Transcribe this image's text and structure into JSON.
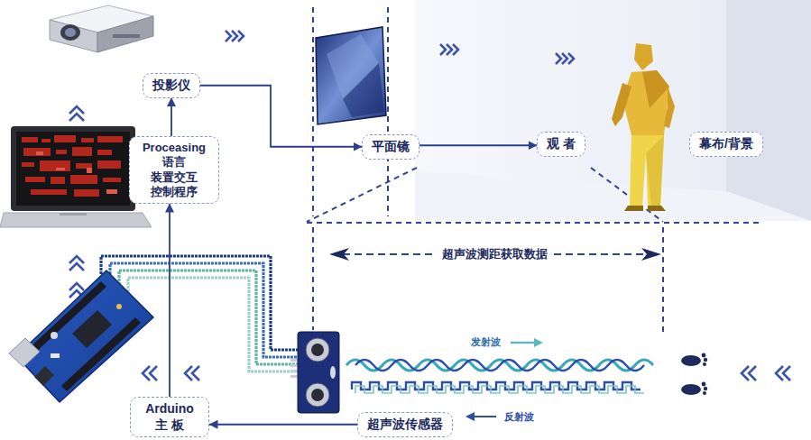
{
  "diagram": {
    "nodes": [
      {
        "text": [
          "投影仪"
        ]
      },
      {
        "text": [
          "Proceasing 语言 装置交互 控制程序"
        ]
      },
      {
        "text": [
          "平面镜"
        ]
      },
      {
        "text": [
          "观 者"
        ]
      },
      {
        "text": [
          "幕布/背景"
        ]
      },
      {
        "text": [
          "Arduino 主 板"
        ]
      },
      {
        "text": [
          "超声波传感器"
        ]
      }
    ],
    "edges": [
      {
        "from": 5,
        "to": 1,
        "arrow": "to"
      },
      {
        "from": 1,
        "to": 0,
        "arrow": "to"
      },
      {
        "from": 0,
        "to": 2,
        "arrow": "to"
      },
      {
        "from": 2,
        "to": 3,
        "arrow": "to"
      },
      {
        "from": 6,
        "to": 5,
        "arrow": "to"
      }
    ],
    "labels": [
      "超声波测距获取数据",
      "发射波",
      "反射波"
    ]
  }
}
